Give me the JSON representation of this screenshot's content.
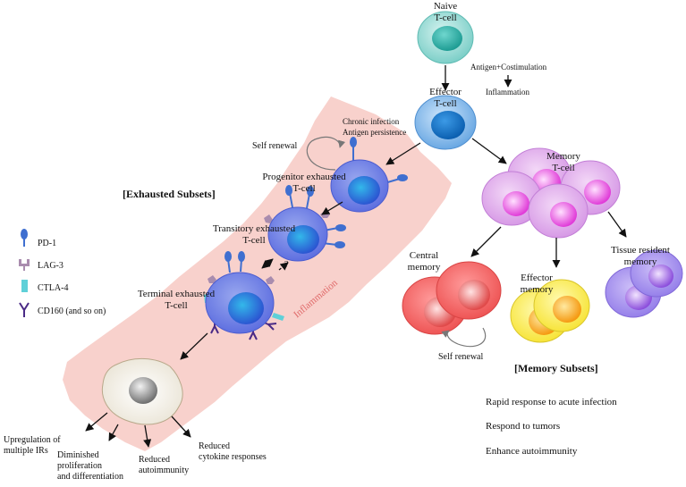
{
  "cells": {
    "naive": [
      "Naive",
      "T-cell"
    ],
    "effector": [
      "Effector",
      "T-cell"
    ],
    "memory": [
      "Memory",
      "T-cell"
    ],
    "progenitor": [
      "Progenitor exhausted",
      "T-cell"
    ],
    "transitory": [
      "Transitory exhausted",
      "T-cell"
    ],
    "terminal": [
      "Terminal exhausted",
      "T-cell"
    ],
    "central_memory": [
      "Central",
      "memory"
    ],
    "effector_memory": [
      "Effector",
      "memory"
    ],
    "tissue_resident": [
      "Tissue resident",
      "memory"
    ]
  },
  "annotations": {
    "antigen_costim": "Antigen+Costimulation",
    "inflammation_top": "Inflammation",
    "chronic": [
      "Chronic infection",
      "Antigen persistence"
    ],
    "self_renewal_left": "Self renewal",
    "self_renewal_right": "Self  renewal",
    "inflammation_band": "Inflammation",
    "question": "?"
  },
  "sections": {
    "exhausted": "[Exhausted Subsets]",
    "memory": "[Memory Subsets]"
  },
  "legend": [
    {
      "icon": "pd1-icon",
      "label": "PD-1",
      "color": "#3f6fd0"
    },
    {
      "icon": "lag3-icon",
      "label": "LAG-3",
      "color": "#a98cae"
    },
    {
      "icon": "ctla4-icon",
      "label": "CTLA-4",
      "color": "#5fd0d8"
    },
    {
      "icon": "cd160-icon",
      "label": "CD160 (and so on)",
      "color": "#4a2a86"
    }
  ],
  "outcomes": [
    [
      "Upregulation of",
      "multiple IRs"
    ],
    [
      "Diminished",
      "proliferation",
      "and differentiation"
    ],
    [
      "Reduced",
      "autoimmunity"
    ],
    [
      "Reduced",
      "cytokine responses"
    ]
  ],
  "memory_functions": [
    "Rapid response to acute infection",
    "Respond to tumors",
    "Enhance autoimmunity"
  ],
  "colors": {
    "band": "#f8d1cc",
    "naive": "#9ad9d4",
    "effector": "#7cb4e8",
    "exhausted": "#7789e8",
    "memory": "#e8b2f0",
    "central": "#f26a6a",
    "effector_mem": "#ffee5a",
    "tissue": "#a793ef"
  }
}
